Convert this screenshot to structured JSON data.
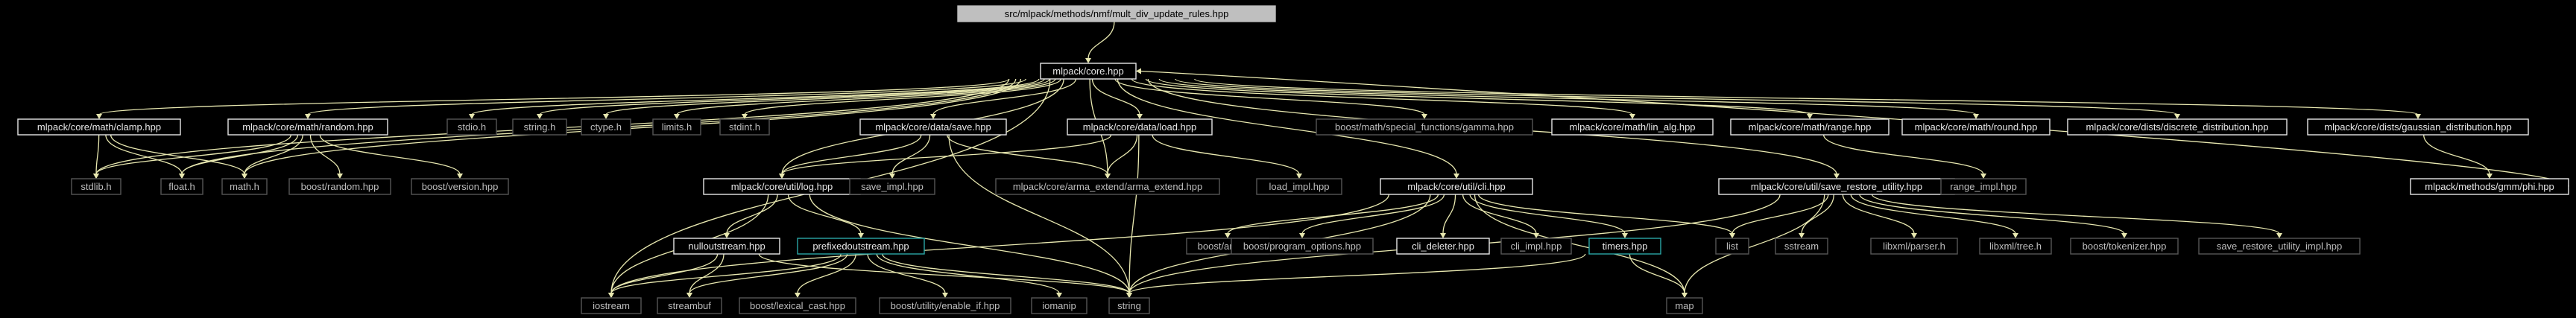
{
  "graph": {
    "nodes": [
      {
        "id": "root",
        "label": "src/mlpack/methods/nmf/mult_div_update_rules.hpp",
        "style": "root"
      },
      {
        "id": "core",
        "label": "mlpack/core.hpp",
        "style": "documented"
      },
      {
        "id": "clamp",
        "label": "mlpack/core/math/clamp.hpp",
        "style": "documented"
      },
      {
        "id": "random",
        "label": "mlpack/core/math/random.hpp",
        "style": "documented"
      },
      {
        "id": "stdio",
        "label": "stdio.h",
        "style": "external"
      },
      {
        "id": "string_h",
        "label": "string.h",
        "style": "external"
      },
      {
        "id": "ctype",
        "label": "ctype.h",
        "style": "external"
      },
      {
        "id": "limits",
        "label": "limits.h",
        "style": "external"
      },
      {
        "id": "stdint",
        "label": "stdint.h",
        "style": "external"
      },
      {
        "id": "save",
        "label": "mlpack/core/data/save.hpp",
        "style": "documented"
      },
      {
        "id": "load",
        "label": "mlpack/core/data/load.hpp",
        "style": "documented"
      },
      {
        "id": "gamma",
        "label": "boost/math/special_functions/gamma.hpp",
        "style": "external"
      },
      {
        "id": "linalg",
        "label": "mlpack/core/math/lin_alg.hpp",
        "style": "documented"
      },
      {
        "id": "range",
        "label": "mlpack/core/math/range.hpp",
        "style": "documented"
      },
      {
        "id": "round",
        "label": "mlpack/core/math/round.hpp",
        "style": "documented"
      },
      {
        "id": "discrete",
        "label": "mlpack/core/dists/discrete_distribution.hpp",
        "style": "documented"
      },
      {
        "id": "gaussian",
        "label": "mlpack/core/dists/gaussian_distribution.hpp",
        "style": "documented"
      },
      {
        "id": "stdlib",
        "label": "stdlib.h",
        "style": "external"
      },
      {
        "id": "float",
        "label": "float.h",
        "style": "external"
      },
      {
        "id": "math",
        "label": "math.h",
        "style": "external"
      },
      {
        "id": "brandom",
        "label": "boost/random.hpp",
        "style": "external"
      },
      {
        "id": "bversion",
        "label": "boost/version.hpp",
        "style": "external"
      },
      {
        "id": "log",
        "label": "mlpack/core/util/log.hpp",
        "style": "documented"
      },
      {
        "id": "saveimpl",
        "label": "save_impl.hpp",
        "style": "external"
      },
      {
        "id": "armaext",
        "label": "mlpack/core/arma_extend/arma_extend.hpp",
        "style": "external"
      },
      {
        "id": "loadimpl",
        "label": "load_impl.hpp",
        "style": "external"
      },
      {
        "id": "cli",
        "label": "mlpack/core/util/cli.hpp",
        "style": "documented"
      },
      {
        "id": "saverestore",
        "label": "mlpack/core/util/save_restore_utility.hpp",
        "style": "documented"
      },
      {
        "id": "rangeimpl",
        "label": "range_impl.hpp",
        "style": "external"
      },
      {
        "id": "phi",
        "label": "mlpack/methods/gmm/phi.hpp",
        "style": "documented"
      },
      {
        "id": "nullout",
        "label": "nulloutstream.hpp",
        "style": "documented"
      },
      {
        "id": "prefixed",
        "label": "prefixedoutstream.hpp",
        "style": "highlight"
      },
      {
        "id": "bany",
        "label": "boost/any.hpp",
        "style": "external"
      },
      {
        "id": "bpo",
        "label": "boost/program_options.hpp",
        "style": "external"
      },
      {
        "id": "clidel",
        "label": "cli_deleter.hpp",
        "style": "documented"
      },
      {
        "id": "cliimpl",
        "label": "cli_impl.hpp",
        "style": "external"
      },
      {
        "id": "timers",
        "label": "timers.hpp",
        "style": "highlight"
      },
      {
        "id": "list",
        "label": "list",
        "style": "external"
      },
      {
        "id": "sstream",
        "label": "sstream",
        "style": "external"
      },
      {
        "id": "libxmlparser",
        "label": "libxml/parser.h",
        "style": "external"
      },
      {
        "id": "libxmltree",
        "label": "libxml/tree.h",
        "style": "external"
      },
      {
        "id": "btok",
        "label": "boost/tokenizer.hpp",
        "style": "external"
      },
      {
        "id": "srimpl",
        "label": "save_restore_utility_impl.hpp",
        "style": "external"
      },
      {
        "id": "iostream",
        "label": "iostream",
        "style": "external"
      },
      {
        "id": "streambuf",
        "label": "streambuf",
        "style": "external"
      },
      {
        "id": "blexical",
        "label": "boost/lexical_cast.hpp",
        "style": "external"
      },
      {
        "id": "benable",
        "label": "boost/utility/enable_if.hpp",
        "style": "external"
      },
      {
        "id": "iomanip",
        "label": "iomanip",
        "style": "external"
      },
      {
        "id": "string",
        "label": "string",
        "style": "external"
      },
      {
        "id": "map",
        "label": "map",
        "style": "external"
      }
    ],
    "edges": [
      [
        "root",
        "core"
      ],
      [
        "core",
        "clamp"
      ],
      [
        "core",
        "random"
      ],
      [
        "core",
        "stdio"
      ],
      [
        "core",
        "string_h"
      ],
      [
        "core",
        "ctype"
      ],
      [
        "core",
        "limits"
      ],
      [
        "core",
        "stdint"
      ],
      [
        "core",
        "save"
      ],
      [
        "core",
        "load"
      ],
      [
        "core",
        "gamma"
      ],
      [
        "core",
        "linalg"
      ],
      [
        "core",
        "range"
      ],
      [
        "core",
        "round"
      ],
      [
        "core",
        "discrete"
      ],
      [
        "core",
        "gaussian"
      ],
      [
        "core",
        "stdlib"
      ],
      [
        "core",
        "float"
      ],
      [
        "core",
        "math"
      ],
      [
        "core",
        "log"
      ],
      [
        "core",
        "armaext"
      ],
      [
        "core",
        "cli"
      ],
      [
        "core",
        "saverestore"
      ],
      [
        "core",
        "iostream"
      ],
      [
        "clamp",
        "stdlib"
      ],
      [
        "clamp",
        "float"
      ],
      [
        "clamp",
        "math"
      ],
      [
        "random",
        "stdlib"
      ],
      [
        "random",
        "float"
      ],
      [
        "random",
        "math"
      ],
      [
        "random",
        "brandom"
      ],
      [
        "random",
        "bversion"
      ],
      [
        "save",
        "log"
      ],
      [
        "save",
        "saveimpl"
      ],
      [
        "save",
        "armaext"
      ],
      [
        "save",
        "string"
      ],
      [
        "load",
        "log"
      ],
      [
        "load",
        "loadimpl"
      ],
      [
        "load",
        "armaext"
      ],
      [
        "load",
        "string"
      ],
      [
        "range",
        "rangeimpl"
      ],
      [
        "gaussian",
        "phi"
      ],
      [
        "phi",
        "core"
      ],
      [
        "log",
        "nullout"
      ],
      [
        "log",
        "prefixed"
      ],
      [
        "log",
        "string"
      ],
      [
        "log",
        "iostream"
      ],
      [
        "nullout",
        "iostream"
      ],
      [
        "nullout",
        "streambuf"
      ],
      [
        "nullout",
        "string"
      ],
      [
        "prefixed",
        "iostream"
      ],
      [
        "prefixed",
        "streambuf"
      ],
      [
        "prefixed",
        "string"
      ],
      [
        "prefixed",
        "blexical"
      ],
      [
        "prefixed",
        "benable"
      ],
      [
        "prefixed",
        "iomanip"
      ],
      [
        "cli",
        "bany"
      ],
      [
        "cli",
        "bpo"
      ],
      [
        "cli",
        "clidel"
      ],
      [
        "cli",
        "cliimpl"
      ],
      [
        "cli",
        "timers"
      ],
      [
        "cli",
        "list"
      ],
      [
        "cli",
        "iostream"
      ],
      [
        "cli",
        "map"
      ],
      [
        "cli",
        "string"
      ],
      [
        "timers",
        "map"
      ],
      [
        "timers",
        "string"
      ],
      [
        "saverestore",
        "list"
      ],
      [
        "saverestore",
        "sstream"
      ],
      [
        "saverestore",
        "libxmlparser"
      ],
      [
        "saverestore",
        "libxmltree"
      ],
      [
        "saverestore",
        "btok"
      ],
      [
        "saverestore",
        "srimpl"
      ],
      [
        "saverestore",
        "map"
      ],
      [
        "saverestore",
        "string"
      ]
    ]
  }
}
